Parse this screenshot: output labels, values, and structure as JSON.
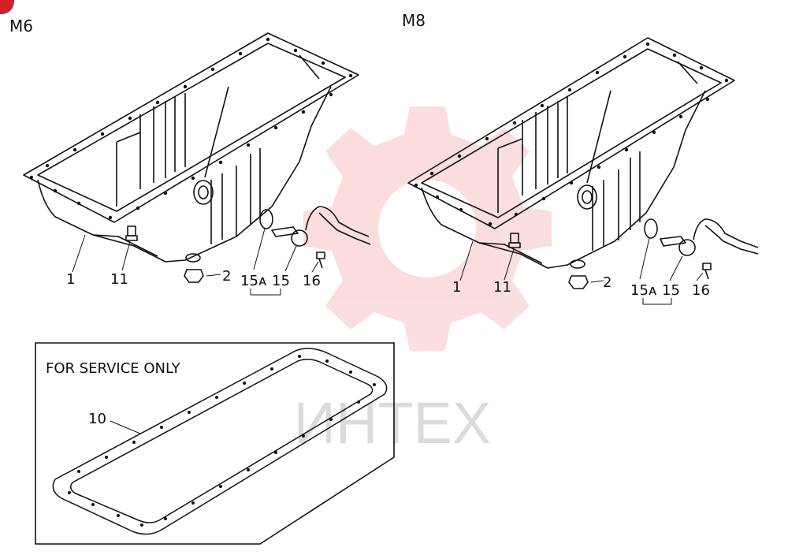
{
  "variants": {
    "left": "M6",
    "right": "M8"
  },
  "left_callouts": {
    "c1": "1",
    "c11": "11",
    "c2": "2",
    "c15a": "15ᴀ",
    "c15": "15",
    "c16": "16"
  },
  "right_callouts": {
    "c1": "1",
    "c11": "11",
    "c2": "2",
    "c15a": "15ᴀ",
    "c15": "15",
    "c16": "16"
  },
  "service_box": {
    "title": "FOR SERVICE ONLY",
    "callout": "10"
  },
  "watermark": {
    "text": "ИНТЕХ",
    "color": "#e8333a"
  },
  "icons": {
    "corner_badge": "red-circle-badge-icon"
  }
}
